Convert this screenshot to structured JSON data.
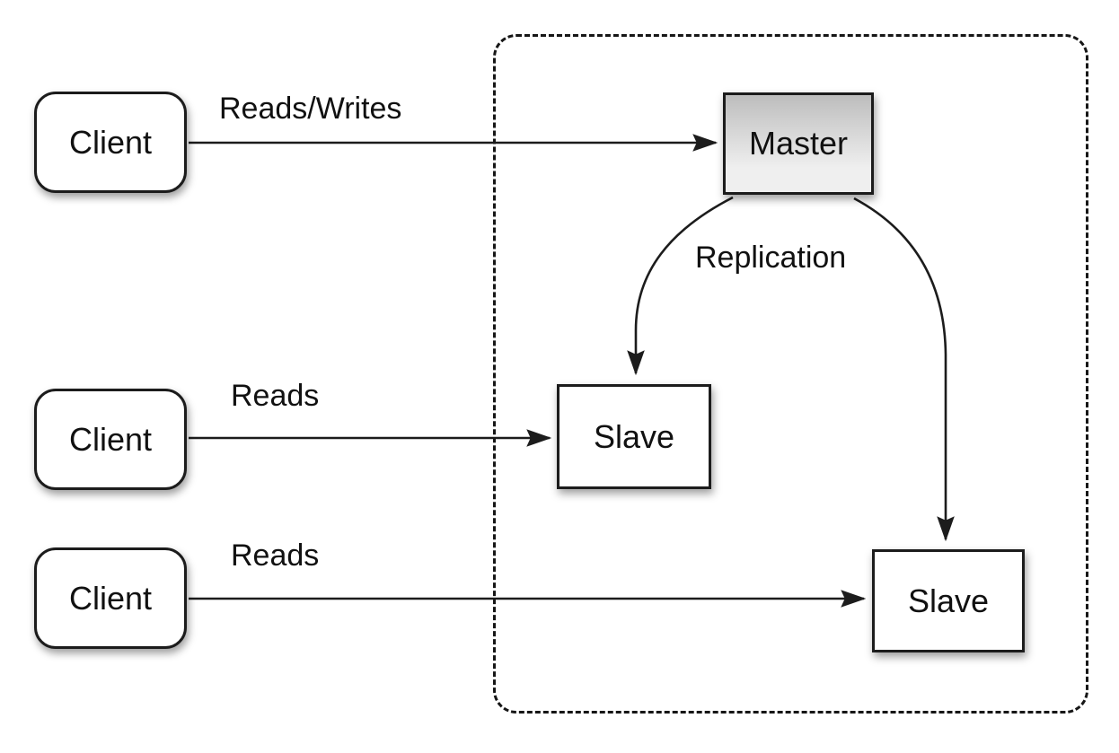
{
  "nodes": {
    "client1": {
      "label": "Client"
    },
    "client2": {
      "label": "Client"
    },
    "client3": {
      "label": "Client"
    },
    "master": {
      "label": "Master"
    },
    "slave1": {
      "label": "Slave"
    },
    "slave2": {
      "label": "Slave"
    }
  },
  "edge_labels": {
    "reads_writes": "Reads/Writes",
    "reads_mid": "Reads",
    "reads_bottom": "Reads",
    "replication": "Replication"
  },
  "colors": {
    "line": "#1c1c1c",
    "node_border": "#1c1c1c",
    "node_fill": "#ffffff",
    "master_top": "#bdbdbd",
    "master_bottom": "#efefef",
    "background": "#ffffff",
    "text": "#111111"
  }
}
